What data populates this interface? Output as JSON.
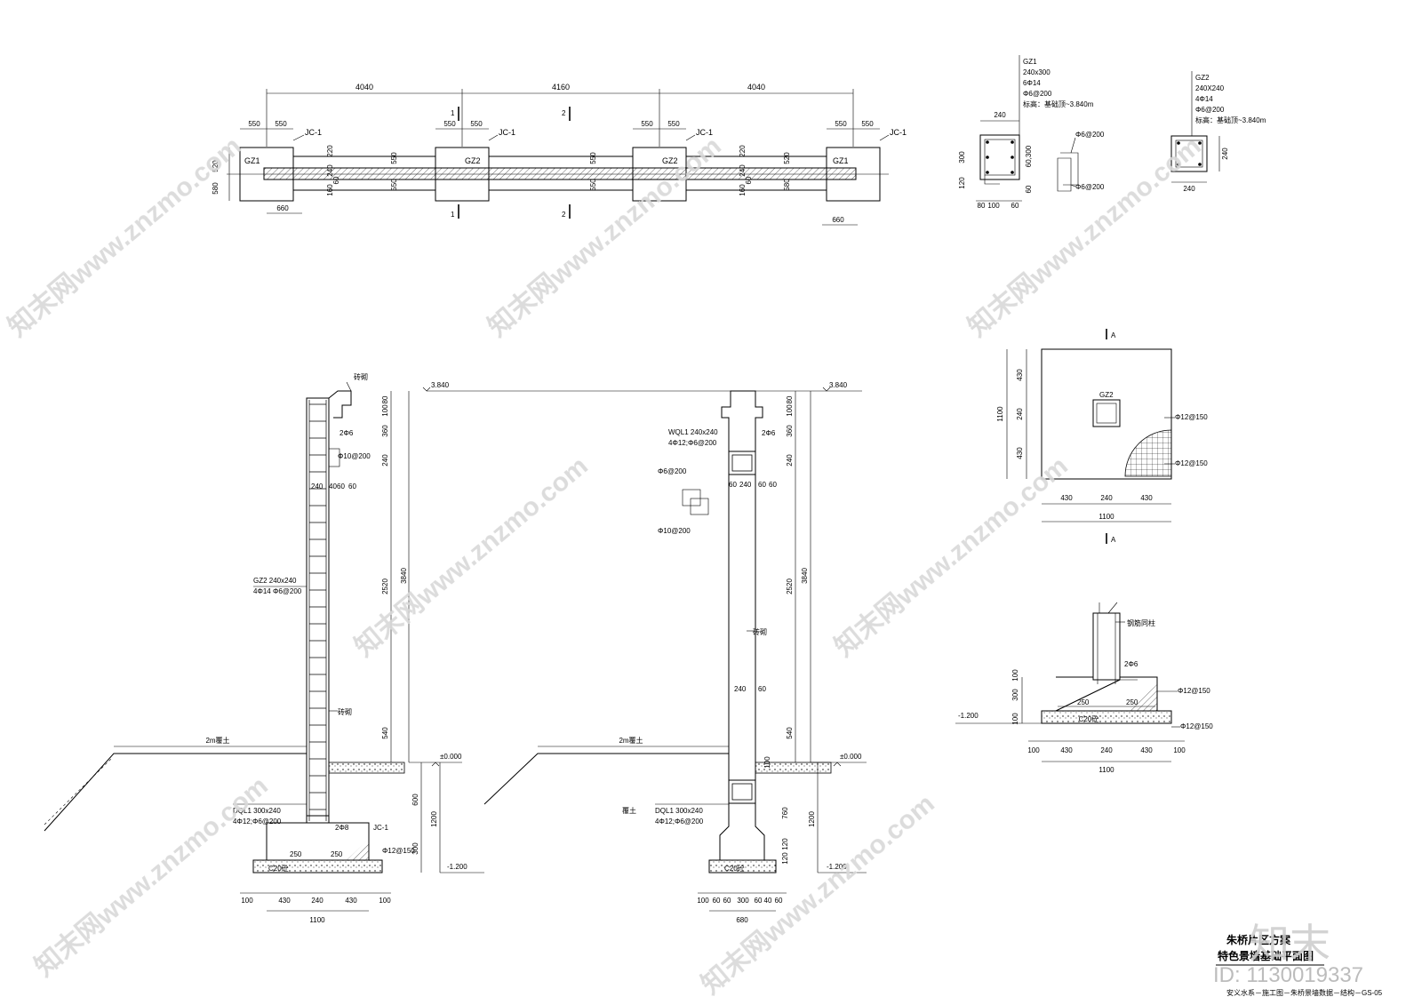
{
  "plan": {
    "spans": [
      "4040",
      "4160",
      "4040"
    ],
    "top_dims": [
      "550",
      "550",
      "550",
      "550",
      "550",
      "550",
      "550",
      "550"
    ],
    "jc_label": "JC-1",
    "gz1": "GZ1",
    "gz2": "GZ2",
    "sec1": "1",
    "sec2": "2",
    "left_dims": [
      "520",
      "580"
    ],
    "bottom_dims": [
      "660",
      "660"
    ],
    "wall_dims": [
      "220",
      "240",
      "160",
      "60",
      "550",
      "550"
    ],
    "wall_dims_right": [
      "220",
      "240",
      "160",
      "60",
      "520",
      "580"
    ]
  },
  "gz1_detail": {
    "name": "GZ1",
    "size": "240x300",
    "rebar": "6Φ14",
    "stirrup": "Φ6@200",
    "elev": "标高：基础顶~3.840m",
    "dims": [
      "240",
      "300",
      "120",
      "60,300",
      "60",
      "80",
      "100",
      "60"
    ],
    "tie1": "Φ6@200",
    "tie2": "Φ6@200"
  },
  "gz2_detail": {
    "name": "GZ2",
    "size": "240X240",
    "rebar": "4Φ14",
    "stirrup": "Φ6@200",
    "elev": "标高：基础顶~3.840m",
    "dims": [
      "240",
      "240"
    ]
  },
  "footing_plan": {
    "sec": "A",
    "gz": "GZ2",
    "left_dims": [
      "430",
      "240",
      "430"
    ],
    "total": "1100",
    "rebar1": "Φ12@150",
    "rebar2": "Φ12@150",
    "bottom_dims": [
      "430",
      "240",
      "430"
    ],
    "bottom_total": "1100"
  },
  "footing_section": {
    "label": "钢筋同柱",
    "r1": "2Φ6",
    "dims_left": [
      "100",
      "300",
      "100"
    ],
    "elev": "-1.200",
    "r2": "Φ12@150",
    "r3": "Φ12@150",
    "d250a": "250",
    "d250b": "250",
    "conc": "C20砼",
    "bottom_dims": [
      "100",
      "430",
      "240",
      "430",
      "100"
    ],
    "total": "1100"
  },
  "section1": {
    "coping": "砖砌",
    "elev_top": "3.840",
    "r_top": "2Φ6",
    "r_tie": "Φ10@200",
    "col": "GZ2 240x240",
    "col_rebar": "4Φ14 Φ6@200",
    "dims_right": [
      "80",
      "100",
      "360",
      "240",
      "2520",
      "540",
      "3840"
    ],
    "dims_mid": [
      "240",
      "40",
      "60",
      "60"
    ],
    "brick": "砖砌",
    "slope": "2m覆土",
    "elev_zero": "±0.000",
    "beam": "DQL1 300x240",
    "beam_rebar": "4Φ12;Φ6@200",
    "r_bot": "2Φ8",
    "jc": "JC-1",
    "d250a": "250",
    "d250b": "250",
    "rebar_foot": "Φ12@150",
    "conc": "C20砼",
    "dims_low": [
      "600",
      "300",
      "1200"
    ],
    "elev_low": "-1.200",
    "bottom_dims": [
      "100",
      "430",
      "240",
      "430",
      "100"
    ],
    "total": "1100"
  },
  "section2": {
    "elev_top": "3.840",
    "beam_top": "WQL1 240x240",
    "beam_top_rebar": "4Φ12;Φ6@200",
    "r_top": "2Φ6",
    "tie1": "Φ6@200",
    "tie2": "Φ10@200",
    "dims_mid": [
      "60",
      "240",
      "60",
      "60"
    ],
    "dims_right": [
      "80",
      "100",
      "360",
      "240",
      "2520",
      "540",
      "3840"
    ],
    "brick": "砖砌",
    "d240": "240",
    "d60": "60",
    "slope": "2m覆土",
    "elev_zero": "±0.000",
    "fill": "覆土",
    "beam": "DQL1 300x240",
    "beam_rebar": "4Φ12;Φ6@200",
    "dims_low": [
      "100",
      "760",
      "120",
      "120",
      "1200"
    ],
    "elev_low": "-1.200",
    "conc": "C20砼",
    "bottom_dims": [
      "100",
      "60",
      "60",
      "300",
      "60",
      "40",
      "60"
    ],
    "total": "680"
  },
  "titleblock": {
    "line1": "朱桥片区方案",
    "line2": "特色景墙基础平面图",
    "code": "安义水系－施工图－朱桥景墙数据－结构－GS-05"
  },
  "watermark": {
    "brand": "知末",
    "site": "知末网www.znzmo.com",
    "id": "ID: 1130019337"
  }
}
